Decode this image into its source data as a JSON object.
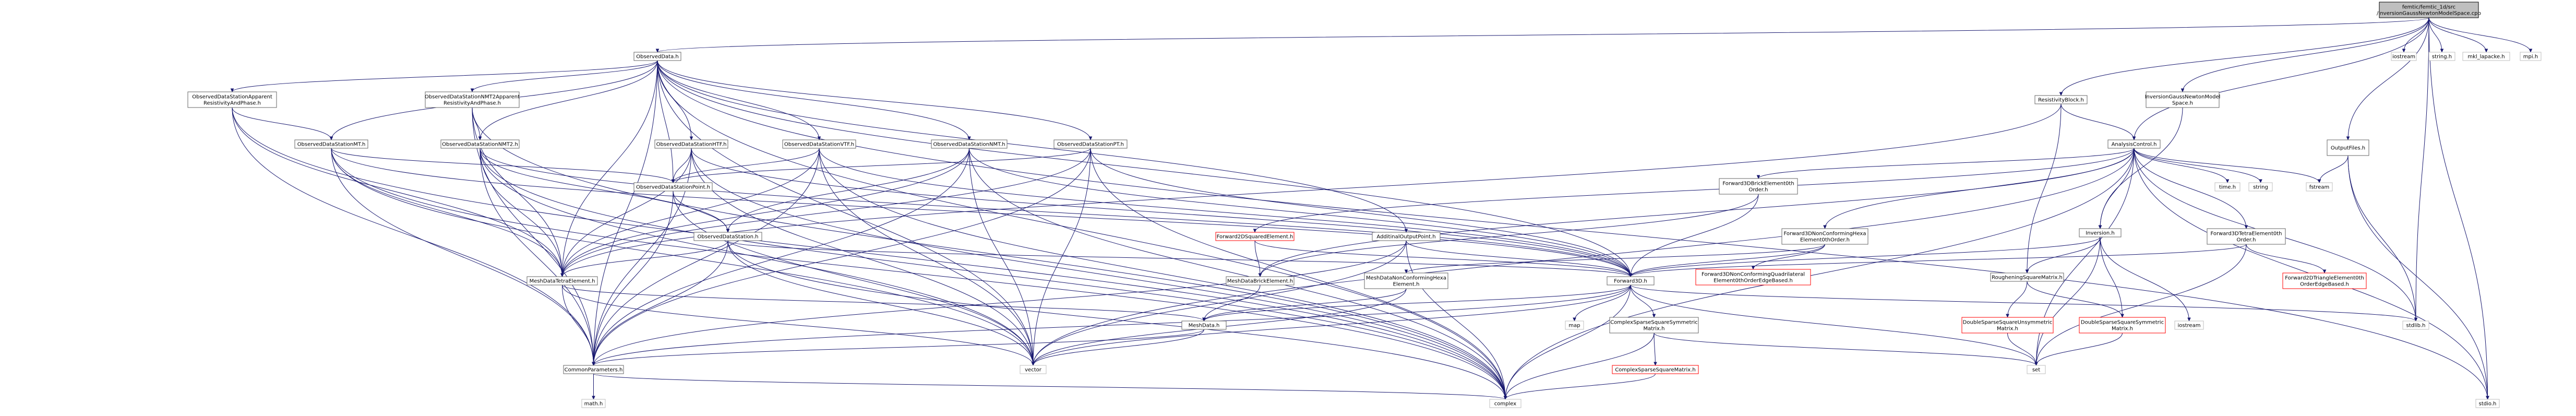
{
  "colors": {
    "node_fill": "#ffffff",
    "node_border": "#666666",
    "root_fill": "#bfbfbf",
    "missing_border": "#bfbfbf",
    "broken_border": "#ff0000",
    "broken_text": "#ff0000",
    "edge": "#191970"
  },
  "nodes": {
    "root": [
      "femtic/femtic_1d/src",
      "/InversionGaussNewtonModelSpace.cpp"
    ],
    "observed_data": [
      "ObservedData.h"
    ],
    "resistivity_block": [
      "ResistivityBlock.h"
    ],
    "inversion_gn_model": [
      "InversionGaussNewtonModel",
      "Space.h"
    ],
    "analysis_control": [
      "AnalysisControl.h"
    ],
    "output_files": [
      "OutputFiles.h"
    ],
    "iostream": [
      "iostream"
    ],
    "string_h": [
      "string.h"
    ],
    "mkl_lapacke": [
      "mkl_lapacke.h"
    ],
    "mpi_h": [
      "mpi.h"
    ],
    "obs_apparent_res": [
      "ObservedDataStationApparent",
      "ResistivityAndPhase.h"
    ],
    "obs_nmt2_apparent": [
      "ObservedDataStationNMT2Apparent",
      "ResistivityAndPhase.h"
    ],
    "obs_mt": [
      "ObservedDataStationMT.h"
    ],
    "obs_nmt2": [
      "ObservedDataStationNMT2.h"
    ],
    "obs_httf": [
      "ObservedDataStationHTF.h"
    ],
    "obs_vtf": [
      "ObservedDataStationVTF.h"
    ],
    "obs_nmt": [
      "ObservedDataStationNMT.h"
    ],
    "obs_pt": [
      "ObservedDataStationPT.h"
    ],
    "obs_point": [
      "ObservedDataStationPoint.h"
    ],
    "obs_station": [
      "ObservedDataStation.h"
    ],
    "mesh_tetra": [
      "MeshDataTetraElement.h"
    ],
    "common_params": [
      "CommonParameters.h"
    ],
    "math_h": [
      "math.h"
    ],
    "complex": [
      "complex"
    ],
    "vector": [
      "vector"
    ],
    "forward2d_squared": [
      "Forward2DSquaredElement.h"
    ],
    "mesh_brick": [
      "MeshDataBrickElement.h"
    ],
    "mesh_data": [
      "MeshData.h"
    ],
    "additional_output": [
      "AdditinalOutputPoint.h"
    ],
    "mesh_nonconf": [
      "MeshDataNonConformingHexa",
      "Element.h"
    ],
    "forward3d": [
      "Forward3D.h"
    ],
    "map": [
      "map"
    ],
    "complex_sym": [
      "ComplexSparseSquareSymmetric",
      "Matrix.h"
    ],
    "complex_sq": [
      "ComplexSparseSquareMatrix.h"
    ],
    "set": [
      "set"
    ],
    "fwd3d_brick": [
      "Forward3DBrickElement0th",
      "Order.h"
    ],
    "fwd3d_nonconf": [
      "Forward3DNonConformingHexa",
      "Element0thOrder.h"
    ],
    "fwd3d_nonconf_quad": [
      "Forward3DNonConformingQuadrilateral",
      "Element0thOrderEdgeBased.h"
    ],
    "inversion_h": [
      "Inversion.h"
    ],
    "roughening": [
      "RougheningSquareMatrix.h"
    ],
    "double_unsym": [
      "DoubleSparseSquareUnsymmetric",
      "Matrix.h"
    ],
    "double_sym": [
      "DoubleSparseSquareSymmetric",
      "Matrix.h"
    ],
    "time_h": [
      "time.h"
    ],
    "string": [
      "string"
    ],
    "fwd3d_tetra": [
      "Forward3DTetraElement0th",
      "Order.h"
    ],
    "fwd2d_triangle": [
      "Forward2DTriangleElement0th",
      "OrderEdgeBased.h"
    ],
    "fstream": [
      "fstream"
    ],
    "stdlib_h": [
      "stdlib.h"
    ],
    "stdio_h": [
      "stdio.h"
    ]
  },
  "edges": [
    [
      "root",
      "observed_data"
    ],
    [
      "root",
      "resistivity_block"
    ],
    [
      "root",
      "inversion_gn_model"
    ],
    [
      "root",
      "analysis_control"
    ],
    [
      "root",
      "output_files"
    ],
    [
      "root",
      "iostream"
    ],
    [
      "root",
      "string_h"
    ],
    [
      "root",
      "mkl_lapacke"
    ],
    [
      "root",
      "mpi_h"
    ],
    [
      "root",
      "stdlib_h"
    ],
    [
      "root",
      "stdio_h"
    ],
    [
      "observed_data",
      "obs_apparent_res"
    ],
    [
      "observed_data",
      "obs_nmt2_apparent"
    ],
    [
      "observed_data",
      "obs_mt"
    ],
    [
      "observed_data",
      "obs_nmt2"
    ],
    [
      "observed_data",
      "obs_httf"
    ],
    [
      "observed_data",
      "obs_vtf"
    ],
    [
      "observed_data",
      "obs_nmt"
    ],
    [
      "observed_data",
      "obs_pt"
    ],
    [
      "observed_data",
      "obs_point"
    ],
    [
      "observed_data",
      "additional_output"
    ],
    [
      "observed_data",
      "forward3d"
    ],
    [
      "observed_data",
      "mesh_tetra"
    ],
    [
      "observed_data",
      "common_params"
    ],
    [
      "observed_data",
      "complex"
    ],
    [
      "observed_data",
      "vector"
    ],
    [
      "observed_data",
      "stdio_h"
    ],
    [
      "obs_apparent_res",
      "obs_mt"
    ],
    [
      "obs_apparent_res",
      "mesh_tetra"
    ],
    [
      "obs_apparent_res",
      "common_params"
    ],
    [
      "obs_apparent_res",
      "complex"
    ],
    [
      "obs_nmt2_apparent",
      "obs_nmt2"
    ],
    [
      "obs_nmt2_apparent",
      "mesh_tetra"
    ],
    [
      "obs_nmt2_apparent",
      "common_params"
    ],
    [
      "obs_nmt2_apparent",
      "complex"
    ],
    [
      "obs_mt",
      "obs_point"
    ],
    [
      "obs_mt",
      "forward3d"
    ],
    [
      "obs_mt",
      "mesh_tetra"
    ],
    [
      "obs_mt",
      "common_params"
    ],
    [
      "obs_mt",
      "complex"
    ],
    [
      "obs_mt",
      "vector"
    ],
    [
      "obs_nmt2",
      "obs_station"
    ],
    [
      "obs_nmt2",
      "forward3d"
    ],
    [
      "obs_nmt2",
      "mesh_tetra"
    ],
    [
      "obs_nmt2",
      "common_params"
    ],
    [
      "obs_nmt2",
      "complex"
    ],
    [
      "obs_nmt2",
      "vector"
    ],
    [
      "obs_httf",
      "obs_point"
    ],
    [
      "obs_httf",
      "forward3d"
    ],
    [
      "obs_httf",
      "mesh_tetra"
    ],
    [
      "obs_httf",
      "common_params"
    ],
    [
      "obs_httf",
      "complex"
    ],
    [
      "obs_httf",
      "vector"
    ],
    [
      "obs_vtf",
      "obs_point"
    ],
    [
      "obs_vtf",
      "forward3d"
    ],
    [
      "obs_vtf",
      "mesh_tetra"
    ],
    [
      "obs_vtf",
      "common_params"
    ],
    [
      "obs_vtf",
      "complex"
    ],
    [
      "obs_vtf",
      "vector"
    ],
    [
      "obs_nmt",
      "obs_station"
    ],
    [
      "obs_nmt",
      "forward3d"
    ],
    [
      "obs_nmt",
      "mesh_tetra"
    ],
    [
      "obs_nmt",
      "common_params"
    ],
    [
      "obs_nmt",
      "complex"
    ],
    [
      "obs_nmt",
      "vector"
    ],
    [
      "obs_pt",
      "obs_point"
    ],
    [
      "obs_pt",
      "forward3d"
    ],
    [
      "obs_pt",
      "mesh_tetra"
    ],
    [
      "obs_pt",
      "common_params"
    ],
    [
      "obs_pt",
      "complex"
    ],
    [
      "obs_pt",
      "vector"
    ],
    [
      "obs_point",
      "obs_station"
    ],
    [
      "obs_point",
      "common_params"
    ],
    [
      "obs_point",
      "vector"
    ],
    [
      "obs_station",
      "mesh_tetra"
    ],
    [
      "obs_station",
      "forward3d"
    ],
    [
      "obs_station",
      "common_params"
    ],
    [
      "obs_station",
      "complex"
    ],
    [
      "obs_station",
      "vector"
    ],
    [
      "mesh_tetra",
      "mesh_data"
    ],
    [
      "mesh_tetra",
      "common_params"
    ],
    [
      "mesh_tetra",
      "vector"
    ],
    [
      "common_params",
      "math_h"
    ],
    [
      "common_params",
      "complex"
    ],
    [
      "additional_output",
      "forward3d"
    ],
    [
      "additional_output",
      "common_params"
    ],
    [
      "additional_output",
      "complex"
    ],
    [
      "additional_output",
      "vector"
    ],
    [
      "forward2d_squared",
      "mesh_brick"
    ],
    [
      "forward2d_squared",
      "forward3d"
    ],
    [
      "mesh_brick",
      "mesh_data"
    ],
    [
      "mesh_data",
      "common_params"
    ],
    [
      "mesh_data",
      "vector"
    ],
    [
      "mesh_nonconf",
      "mesh_data"
    ],
    [
      "mesh_nonconf",
      "vector"
    ],
    [
      "forward3d",
      "mesh_data"
    ],
    [
      "forward3d",
      "map"
    ],
    [
      "forward3d",
      "complex_sym"
    ],
    [
      "forward3d",
      "set"
    ],
    [
      "forward3d",
      "common_params"
    ],
    [
      "forward3d",
      "complex"
    ],
    [
      "forward3d",
      "vector"
    ],
    [
      "forward3d",
      "stdlib_h"
    ],
    [
      "complex_sym",
      "complex_sq"
    ],
    [
      "complex_sym",
      "set"
    ],
    [
      "complex_sym",
      "complex"
    ],
    [
      "complex_sq",
      "complex"
    ],
    [
      "resistivity_block",
      "analysis_control"
    ],
    [
      "resistivity_block",
      "roughening"
    ],
    [
      "resistivity_block",
      "mesh_tetra"
    ],
    [
      "inversion_gn_model",
      "inversion_h"
    ],
    [
      "analysis_control",
      "fwd3d_brick"
    ],
    [
      "analysis_control",
      "fwd3d_nonconf"
    ],
    [
      "analysis_control",
      "fwd3d_tetra"
    ],
    [
      "analysis_control",
      "inversion_h"
    ],
    [
      "analysis_control",
      "time_h"
    ],
    [
      "analysis_control",
      "string"
    ],
    [
      "analysis_control",
      "fstream"
    ],
    [
      "analysis_control",
      "stdlib_h"
    ],
    [
      "analysis_control",
      "stdio_h"
    ],
    [
      "analysis_control",
      "set"
    ],
    [
      "analysis_control",
      "complex"
    ],
    [
      "analysis_control",
      "forward2d_squared"
    ],
    [
      "analysis_control",
      "mesh_brick"
    ],
    [
      "analysis_control",
      "vector"
    ],
    [
      "fwd3d_brick",
      "forward3d"
    ],
    [
      "fwd3d_brick",
      "mesh_brick"
    ],
    [
      "fwd3d_nonconf",
      "forward3d"
    ],
    [
      "fwd3d_nonconf",
      "mesh_nonconf"
    ],
    [
      "fwd3d_nonconf",
      "fwd3d_nonconf_quad"
    ],
    [
      "fwd3d_tetra",
      "forward3d"
    ],
    [
      "fwd3d_tetra",
      "fwd2d_triangle"
    ],
    [
      "fwd3d_tetra",
      "set"
    ],
    [
      "inversion_h",
      "roughening"
    ],
    [
      "inversion_h",
      "double_sym"
    ],
    [
      "inversion_h",
      "iostream_b"
    ],
    [
      "inversion_h",
      "set"
    ],
    [
      "inversion_h",
      "forward3d"
    ],
    [
      "roughening",
      "double_unsym"
    ],
    [
      "roughening",
      "double_sym"
    ],
    [
      "double_unsym",
      "set"
    ],
    [
      "double_sym",
      "set"
    ],
    [
      "output_files",
      "fstream"
    ],
    [
      "output_files",
      "stdlib_h"
    ],
    [
      "output_files",
      "stdio_h"
    ]
  ],
  "extra_nodes": {
    "iostream_b": [
      "iostream"
    ]
  }
}
